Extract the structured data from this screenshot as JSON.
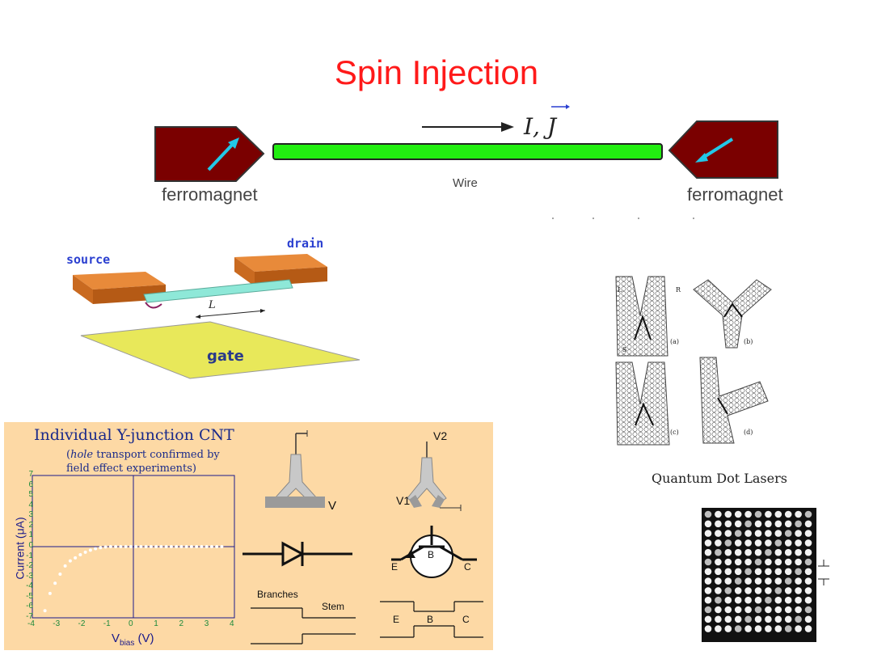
{
  "spin": {
    "title": "Spin Injection",
    "current_label": "I, J",
    "wire_label": "Wire",
    "left_label": "ferromagnet",
    "right_label": "ferromagnet"
  },
  "fet": {
    "source_label": "source",
    "drain_label": "drain",
    "gate_label": "gate",
    "length_label": "L"
  },
  "yjunction_images": {
    "labels": [
      "L",
      "R",
      "S",
      "(a)",
      "(b)",
      "(c)",
      "(d)"
    ]
  },
  "panel": {
    "title": "Individual Y-junction CNT",
    "subtitle_italic": "hole",
    "subtitle_line1_rest": " transport confirmed by",
    "subtitle_line2": "field effect experiments)",
    "ylabel": "Current (μA)",
    "xlabel": "V",
    "xlabel_sub": "bias",
    "xlabel_unit": " (V)",
    "yticks": [
      "7",
      "6",
      "5",
      "4",
      "3",
      "2",
      "1",
      "0",
      "-1",
      "-2",
      "-3",
      "-4",
      "-5",
      "-6",
      "-7"
    ],
    "xticks": [
      "-4",
      "-3",
      "-2",
      "-1",
      "0",
      "1",
      "2",
      "3",
      "4"
    ],
    "diagram_labels": {
      "v": "V",
      "v1": "V1",
      "v2": "V2",
      "b": "B",
      "e": "E",
      "c": "C",
      "branches": "Branches",
      "stem": "Stem",
      "band_e": "E",
      "band_b": "B",
      "band_c": "C"
    }
  },
  "chart_data": {
    "type": "scatter",
    "title": "Individual Y-junction CNT",
    "xlabel": "Vbias (V)",
    "ylabel": "Current (μA)",
    "xlim": [
      -4,
      4
    ],
    "ylim": [
      -7,
      7
    ],
    "x": [
      -3.5,
      -3.3,
      -3.1,
      -2.9,
      -2.7,
      -2.5,
      -2.3,
      -2.1,
      -1.9,
      -1.7,
      -1.5,
      -1.3,
      -1.1,
      -0.9,
      -0.7,
      -0.5,
      -0.3,
      -0.1,
      0.1,
      0.3,
      0.5,
      0.7,
      0.9,
      1.1,
      1.3,
      1.5,
      1.7,
      1.9,
      2.1,
      2.3,
      2.5,
      2.7,
      2.9,
      3.1,
      3.3,
      3.5
    ],
    "y": [
      -6.3,
      -4.6,
      -3.6,
      -2.7,
      -1.9,
      -1.4,
      -1.1,
      -0.8,
      -0.55,
      -0.35,
      -0.2,
      -0.1,
      -0.03,
      0,
      0,
      0,
      0,
      0,
      0,
      0,
      0,
      0,
      0,
      0,
      0,
      0,
      0,
      0,
      0,
      0,
      0,
      0,
      0,
      0,
      0,
      0
    ]
  },
  "quantum": {
    "label": "Quantum Dot Lasers"
  },
  "colors": {
    "title_red": "#ff1a1a",
    "ferromagnet": "#7a0000",
    "wire_green": "#22ee11",
    "spin_arrow": "#22c8e8",
    "panel_bg": "#fdd9a5",
    "axis_green": "#1b8a3a",
    "gate_yellow": "#e8e85a"
  }
}
